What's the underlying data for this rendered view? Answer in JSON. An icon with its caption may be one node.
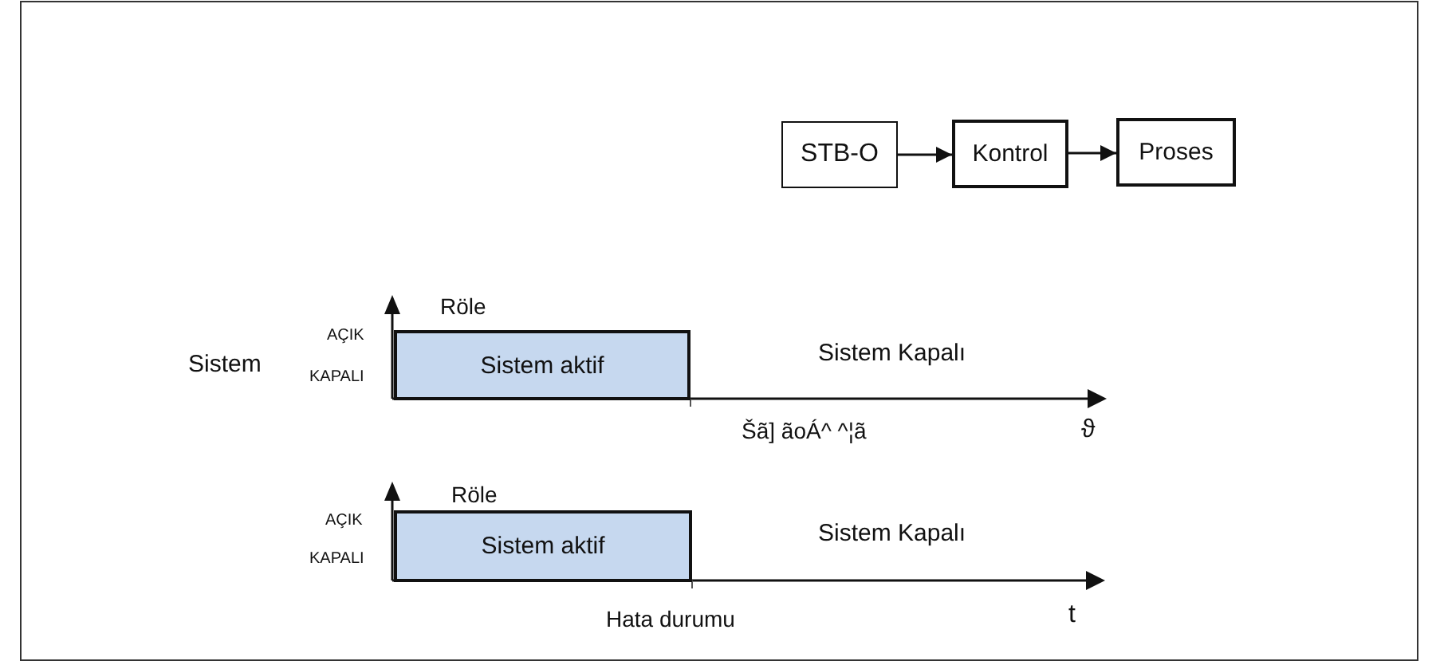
{
  "diagram": {
    "nodes": [
      {
        "text": [
          "STB-O"
        ]
      },
      {
        "text": [
          "Kontrol"
        ]
      },
      {
        "text": [
          "Proses"
        ]
      },
      {
        "text": [
          "Sistem aktif"
        ]
      },
      {
        "text": [
          "Sistem aktif"
        ]
      }
    ],
    "edges": [
      {
        "from": 0,
        "to": 1,
        "arrow": "to"
      },
      {
        "from": 1,
        "to": 2,
        "arrow": "to"
      }
    ],
    "labels": [
      "Röle",
      "Sistem",
      "AÇIK",
      "KAPALI",
      "Sistem Kapalı",
      "Šã] ãoÁ^ ^¦ã",
      "ϑ",
      "Röle",
      "AÇIK",
      "KAPALI",
      "Sistem Kapalı",
      "Hata durumu",
      "t"
    ]
  }
}
